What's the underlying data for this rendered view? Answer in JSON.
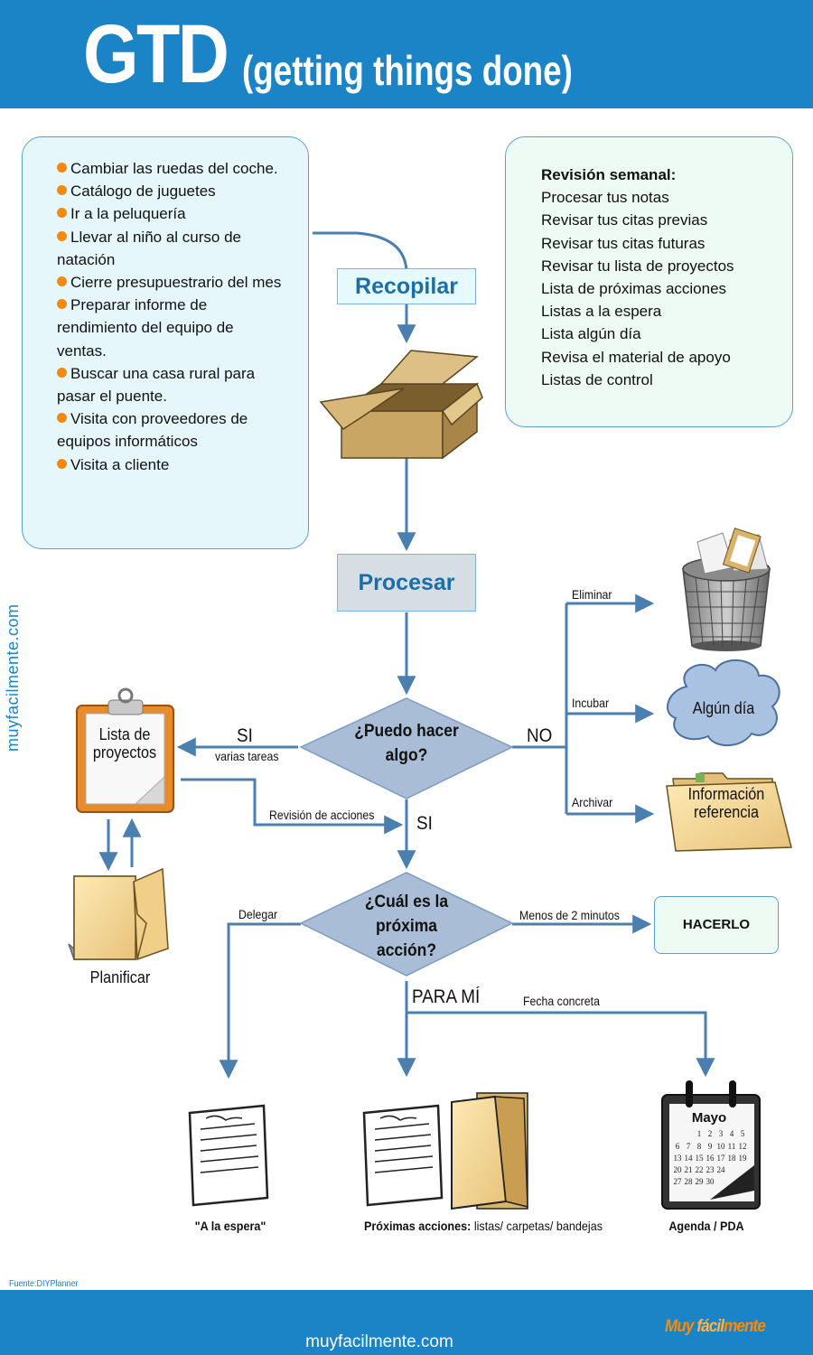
{
  "header": {
    "title": "GTD",
    "subtitle": "(getting things done)"
  },
  "tasks": [
    "Cambiar las ruedas del coche.",
    "Catálogo de juguetes",
    "Ir a la peluquería",
    "Llevar al niño al curso de natación",
    "Cierre presupuestrario del mes",
    "Preparar informe de rendimiento del equipo de ventas.",
    "Buscar una casa rural para pasar el puente.",
    "Visita con proveedores de equipos informáticos",
    "Visita a cliente"
  ],
  "review": {
    "title": "Revisión semanal:",
    "items": [
      "Procesar tus notas",
      "Revisar tus citas previas",
      "Revisar tus citas futuras",
      "Revisar tu lista de proyectos",
      "Lista de próximas acciones",
      "Listas a la espera",
      "Lista algún día",
      "Revisa el material de apoyo",
      "Listas de control"
    ]
  },
  "flow": {
    "recopilar": "Recopilar",
    "procesar": "Procesar",
    "diamond1": "¿Puedo hacer algo?",
    "diamond2": "¿Cuál es la próxima acción?",
    "hacerlo": "HACERLO",
    "si_left": "SI",
    "varias_tareas": "varias tareas",
    "no": "NO",
    "eliminar": "Eliminar",
    "incubar": "Incubar",
    "archivar": "Archivar",
    "revision_acciones": "Revisión de acciones",
    "si_down": "SI",
    "delegar": "Delegar",
    "menos_2_min": "Menos de 2 minutos",
    "para_mi": "PARA MÍ",
    "fecha_concreta": "Fecha concreta"
  },
  "icons": {
    "lista_proyectos": "Lista de proyectos",
    "planificar": "Planificar",
    "algun_dia": "Algún día",
    "informacion": "Información referencia",
    "a_la_espera": "\"A la espera\"",
    "proximas_bold": "Próximas acciones:",
    "proximas_rest": " listas/ carpetas/ bandejas",
    "agenda": "Agenda / PDA",
    "calendar_month": "Mayo"
  },
  "colors": {
    "header_blue": "#1b84c7",
    "arrow_blue": "#4a7fb0",
    "bullet_orange": "#f28a10",
    "diamond_fill": "#a9bdd6"
  },
  "footer": {
    "source": "Fuente:DIYPlanner",
    "url": "muyfacilmente.com",
    "logo_a": "Muy ",
    "logo_b": "fácil",
    "logo_c": "mente",
    "side_url": "muyfacilmente.com"
  }
}
